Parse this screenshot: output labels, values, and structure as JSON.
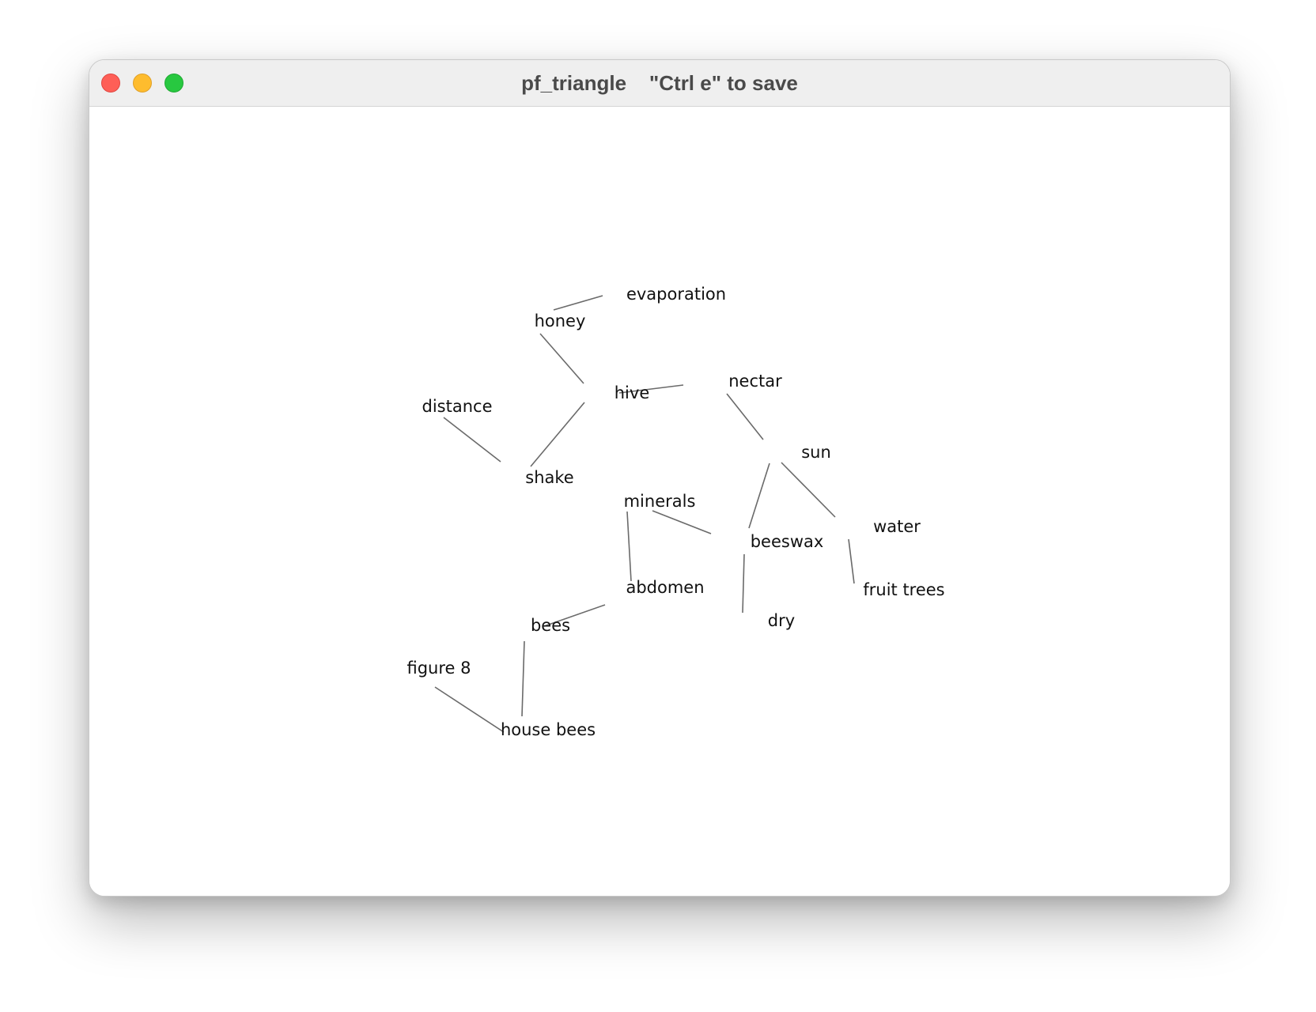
{
  "window": {
    "title": "pf_triangle    \"Ctrl e\" to save"
  },
  "graph": {
    "nodes": [
      {
        "id": "evaporation",
        "label": "evaporation"
      },
      {
        "id": "honey",
        "label": "honey"
      },
      {
        "id": "hive",
        "label": "hive"
      },
      {
        "id": "nectar",
        "label": "nectar"
      },
      {
        "id": "distance",
        "label": "distance"
      },
      {
        "id": "shake",
        "label": "shake"
      },
      {
        "id": "sun",
        "label": "sun"
      },
      {
        "id": "minerals",
        "label": "minerals"
      },
      {
        "id": "beeswax",
        "label": "beeswax"
      },
      {
        "id": "water",
        "label": "water"
      },
      {
        "id": "abdomen",
        "label": "abdomen"
      },
      {
        "id": "fruit_trees",
        "label": "fruit trees"
      },
      {
        "id": "dry",
        "label": "dry"
      },
      {
        "id": "bees",
        "label": "bees"
      },
      {
        "id": "figure_8",
        "label": "figure 8"
      },
      {
        "id": "house_bees",
        "label": "house bees"
      }
    ],
    "edges": [
      [
        "honey",
        "evaporation"
      ],
      [
        "honey",
        "hive"
      ],
      [
        "hive",
        "nectar"
      ],
      [
        "hive",
        "shake"
      ],
      [
        "distance",
        "shake"
      ],
      [
        "nectar",
        "sun"
      ],
      [
        "sun",
        "beeswax"
      ],
      [
        "sun",
        "water"
      ],
      [
        "minerals",
        "beeswax"
      ],
      [
        "minerals",
        "abdomen"
      ],
      [
        "beeswax",
        "dry"
      ],
      [
        "water",
        "fruit_trees"
      ],
      [
        "abdomen",
        "bees"
      ],
      [
        "bees",
        "house_bees"
      ],
      [
        "figure_8",
        "house_bees"
      ]
    ]
  }
}
